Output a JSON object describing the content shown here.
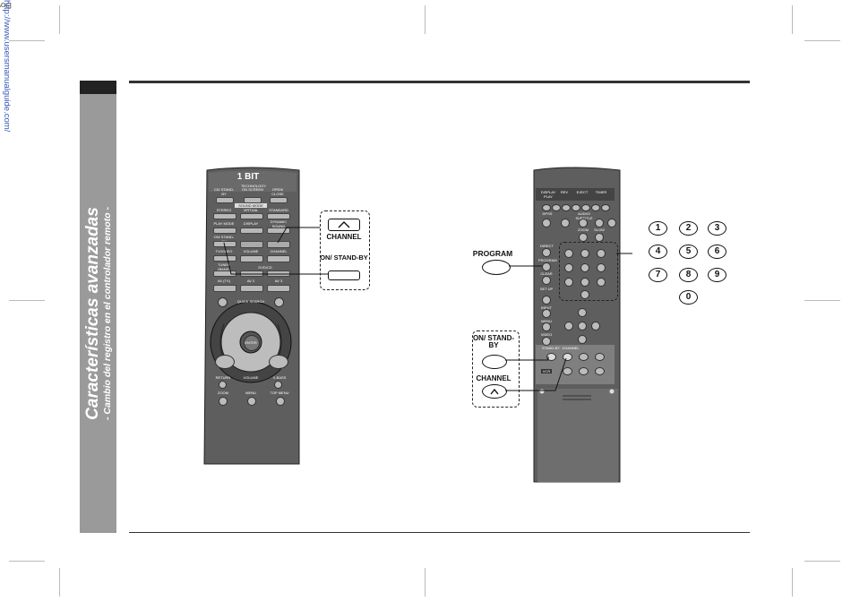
{
  "watermark": {
    "prefix": "Downloaded from: ",
    "url": "http://www.usersmanualguide.com/"
  },
  "sidebar": {
    "title": "Características avanzadas",
    "subtitle": "- Cambio del registro en el controlador remoto -"
  },
  "left_remote": {
    "brand": "1 BIT",
    "brand_sub": "TECHNOLOGY",
    "buttons_row1": [
      "CD/ STAND-BY",
      "ON SCREEN",
      "OPEN/ CLOSE"
    ],
    "sound_mode": "SOUND MODE",
    "buttons_row2": [
      "STEREO",
      "VIRTUAL",
      "STANDARD"
    ],
    "buttons_row3": [
      "PLAY MODE",
      "DISPLAY",
      "DYNAMIC SOUND"
    ],
    "buttons_row4": [
      "ON/ STAND-BY",
      "",
      ""
    ],
    "buttons_row5": [
      "TV/VIDEO",
      "VOLUME",
      "CHANNEL"
    ],
    "tuner": "TUNER (BAND)",
    "dvd_cd": "DVD/CD",
    "buttons_row6": [
      "AV (TV)",
      "AV 2",
      "AV 3"
    ],
    "quick_search": "QUICK SEARCH",
    "enter": "ENTER",
    "bottom_row1": [
      "RETURN",
      "VOLUME",
      "X-BASS"
    ],
    "bottom_row2": [
      "ZOOM",
      "MENU",
      "TOP MENU"
    ]
  },
  "callouts_left": {
    "channel": "CHANNEL",
    "on_standby": "ON/ STAND-BY"
  },
  "right_remote": {
    "labels_top": [
      "DISPLAY PLAY",
      "REV",
      "EJECT",
      "TIMER",
      "DPSS",
      "AUDIO/ SUBTITLE",
      "ZOOM",
      "SLOW"
    ],
    "side_labels": [
      "DIRECT",
      "PROGRAM",
      "CLEAR",
      "SET UP",
      "INPUT",
      "MENU",
      "VIDEO",
      "VCR"
    ],
    "bottom_labels": [
      "STAND-BY",
      "CHANNEL"
    ]
  },
  "callouts_right": {
    "program": "PROGRAM",
    "on_standby": "ON/ STAND-BY",
    "channel": "CHANNEL"
  },
  "numkeys": [
    "1",
    "2",
    "3",
    "4",
    "5",
    "6",
    "7",
    "8",
    "9",
    "0"
  ]
}
